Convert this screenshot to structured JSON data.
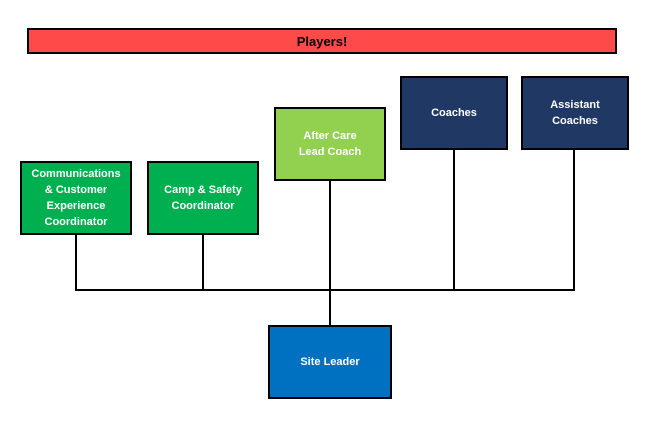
{
  "banner": {
    "label": "Players!",
    "color": "#ff4a4a"
  },
  "nodes": {
    "communications": {
      "label": "Communications\n& Customer\nExperience\nCoordinator",
      "color": "#00b050"
    },
    "camp_safety": {
      "label": "Camp & Safety\nCoordinator",
      "color": "#00b050"
    },
    "after_care": {
      "label": "After Care\nLead Coach",
      "color": "#92d050"
    },
    "coaches": {
      "label": "Coaches",
      "color": "#1f3864"
    },
    "assistant_coaches": {
      "label": "Assistant\nCoaches",
      "color": "#1f3864"
    },
    "site_leader": {
      "label": "Site Leader",
      "color": "#0070c0"
    }
  }
}
